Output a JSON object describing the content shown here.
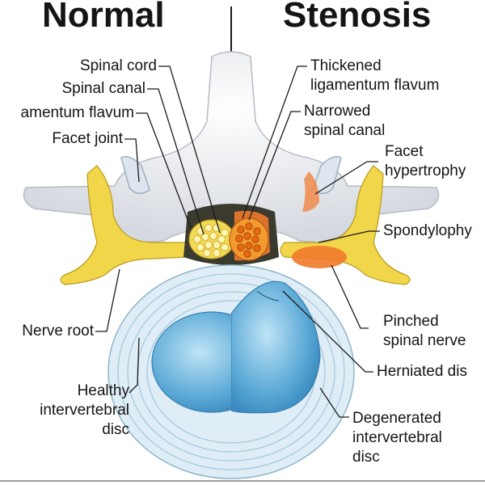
{
  "headers": {
    "left": "Normal",
    "right": "Stenosis"
  },
  "labels_left": {
    "spinal_cord": "Spinal cord",
    "spinal_canal": "Spinal canal",
    "ligamentum_flavum": "amentum flavum",
    "facet_joint": "Facet joint",
    "nerve_root": "Nerve root",
    "healthy_disc": [
      "Healthy",
      "intervertebral",
      "disc"
    ]
  },
  "labels_right": {
    "thickened_ligamentum": [
      "Thickened",
      "ligamentum flavum"
    ],
    "narrowed_canal": [
      "Narrowed",
      "spinal canal"
    ],
    "facet_hypertrophy": [
      "Facet",
      "hypertrophy"
    ],
    "spondylophyte": "Spondylophy",
    "pinched_nerve": [
      "Pinched",
      "spinal nerve"
    ],
    "herniated_disc": "Herniated dis",
    "degenerated_disc": [
      "Degenerated",
      "intervertebral",
      "disc"
    ]
  },
  "colors": {
    "bone": "#eceef1",
    "bone_shadow": "#c9ced6",
    "disc_ring": "#d8ebf5",
    "nucleus": "#5aa9d6",
    "nerve": "#f0d23a",
    "inflamed": "#f07a2a",
    "canal": "#3b3a2e"
  }
}
